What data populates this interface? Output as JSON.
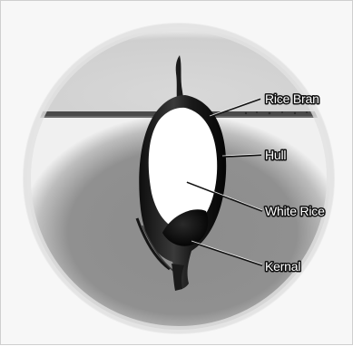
{
  "diagram": {
    "labels": {
      "rice_bran": "Rice Bran",
      "hull": "Hull",
      "white_rice": "White Rice",
      "kernal": "Kernal"
    },
    "colors": {
      "background": "#f7f7f7",
      "circle_gray": "#8a8a8a",
      "hull_dark": "#1a1a1a",
      "endosperm_white": "#ffffff",
      "label_fill": "#ffffff",
      "label_outline": "#111111"
    },
    "icons": {
      "grain": "rice-grain-cross-section-icon"
    }
  }
}
